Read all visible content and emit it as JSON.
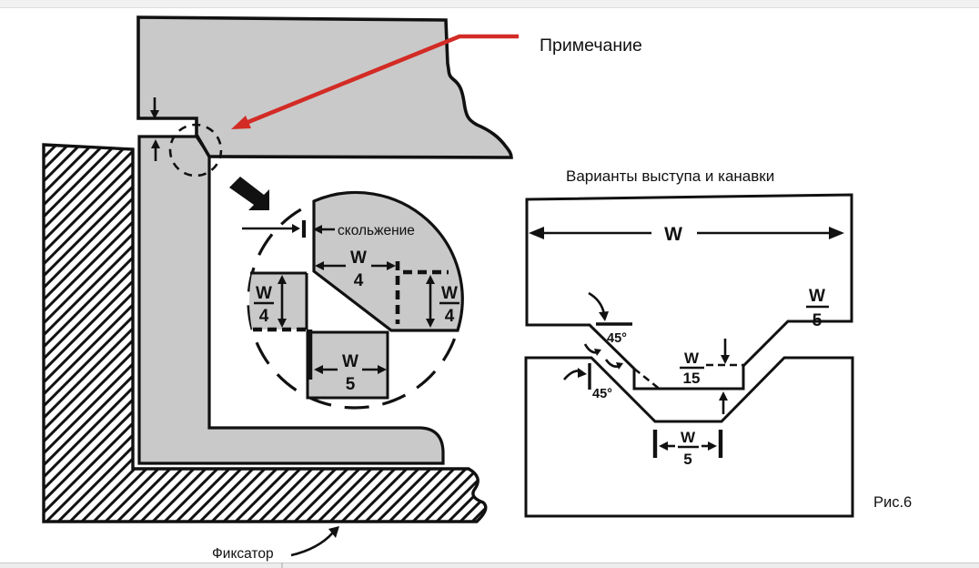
{
  "window": {
    "top_bar_color": "#f1f1f1",
    "bottom_bar_color": "#ededed"
  },
  "figure": {
    "caption": "Рис.6",
    "note_label": "Примечание",
    "slide_label": "скольжение",
    "retainer_label": "Фиксатор",
    "variants_title": "Варианты выступа и канавки",
    "labels": {
      "w": "W",
      "angle_45": "45°",
      "den_4": "4",
      "den_5": "5",
      "den_15": "15"
    },
    "colors": {
      "part_gray": "#c9c9c9",
      "outline_black": "#111111",
      "annotation_red": "#d32b25",
      "background": "#ffffff"
    }
  }
}
